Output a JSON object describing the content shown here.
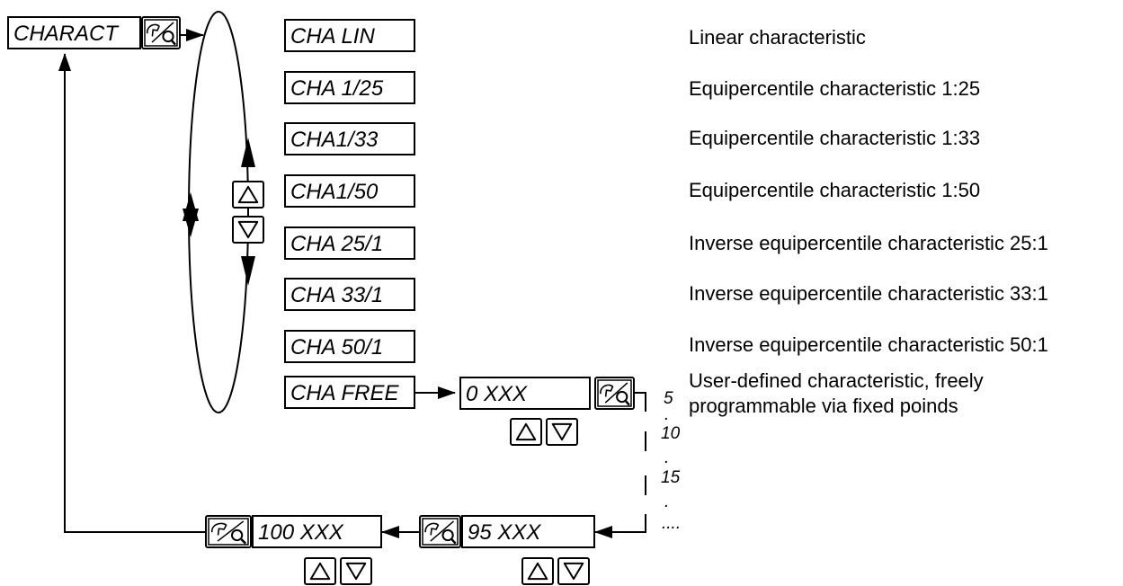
{
  "parameter_label": "CHARACT",
  "options": [
    {
      "label": "CHA LIN",
      "description": "Linear characteristic"
    },
    {
      "label": "CHA 1/25",
      "description": "Equipercentile characteristic 1:25"
    },
    {
      "label": "CHA1/33",
      "description": "Equipercentile characteristic 1:33"
    },
    {
      "label": "CHA1/50",
      "description": "Equipercentile characteristic 1:50"
    },
    {
      "label": "CHA 25/1",
      "description": "Inverse equipercentile characteristic 25:1"
    },
    {
      "label": "CHA 33/1",
      "description": "Inverse equipercentile characteristic 33:1"
    },
    {
      "label": "CHA 50/1",
      "description": "Inverse equipercentile characteristic 50:1"
    },
    {
      "label": "CHA FREE",
      "description_lines": [
        "User-defined characteristic, freely",
        "programmable via fixed poinds"
      ]
    }
  ],
  "free_points": {
    "first_point": "0 XXX",
    "second_to_last_point": "95 XXX",
    "last_point": "100 XXX",
    "sequence": [
      "5",
      ".",
      "10",
      ".",
      "15",
      ".",
      "...."
    ]
  },
  "icons": {
    "enter_key": "hand-magnifier-icon",
    "up_key": "triangle-up-icon",
    "down_key": "triangle-down-icon"
  }
}
